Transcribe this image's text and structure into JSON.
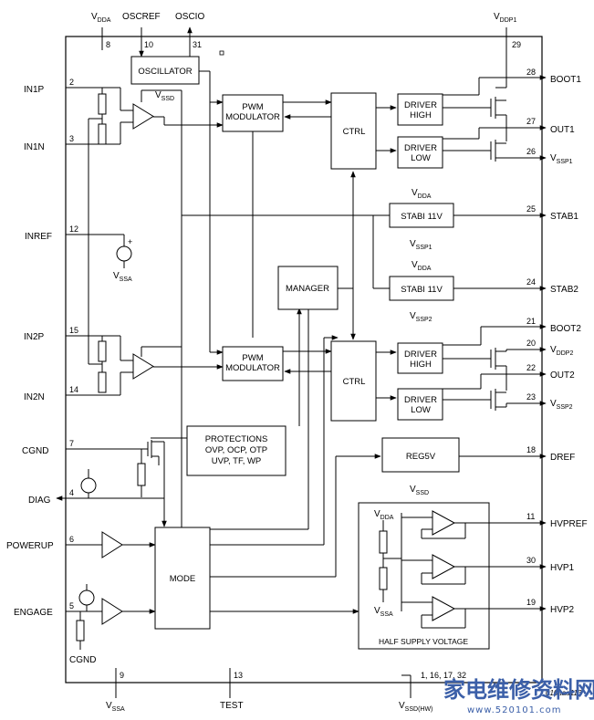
{
  "blocks": {
    "oscillator": "OSCILLATOR",
    "pwm1_a": "PWM",
    "pwm1_b": "MODULATOR",
    "pwm2_a": "PWM",
    "pwm2_b": "MODULATOR",
    "ctrl1": "CTRL",
    "ctrl2": "CTRL",
    "drv_h1_a": "DRIVER",
    "drv_h1_b": "HIGH",
    "drv_l1_a": "DRIVER",
    "drv_l1_b": "LOW",
    "drv_h2_a": "DRIVER",
    "drv_h2_b": "HIGH",
    "drv_l2_a": "DRIVER",
    "drv_l2_b": "LOW",
    "stabi1": "STABI 11V",
    "stabi2": "STABI 11V",
    "manager": "MANAGER",
    "prot_1": "PROTECTIONS",
    "prot_2": "OVP, OCP, OTP",
    "prot_3": "UVP, TF, WP",
    "reg5v": "REG5V",
    "mode": "MODE",
    "half_supply": "HALF SUPPLY VOLTAGE"
  },
  "pins": {
    "vdda": "V",
    "vdda_sub": "DDA",
    "vdda_num": "8",
    "oscref": "OSCREF",
    "oscref_num": "10",
    "oscio": "OSCIO",
    "oscio_num": "31",
    "vddp1": "V",
    "vddp1_sub": "DDP1",
    "vddp1_num": "29",
    "in1p": "IN1P",
    "in1p_num": "2",
    "in1n": "IN1N",
    "in1n_num": "3",
    "inref": "INREF",
    "inref_num": "12",
    "in2p": "IN2P",
    "in2p_num": "15",
    "in2n": "IN2N",
    "in2n_num": "14",
    "cgnd": "CGND",
    "cgnd_num": "7",
    "diag": "DIAG",
    "diag_num": "4",
    "powerup": "POWERUP",
    "powerup_num": "6",
    "engage": "ENGAGE",
    "engage_num": "5",
    "cgnd_bottom": "CGND",
    "boot1": "BOOT1",
    "boot1_num": "28",
    "out1": "OUT1",
    "out1_num": "27",
    "vssp1": "V",
    "vssp1_sub": "SSP1",
    "vssp1_num": "26",
    "stab1": "STAB1",
    "stab1_num": "25",
    "stab2": "STAB2",
    "stab2_num": "24",
    "boot2": "BOOT2",
    "boot2_num": "21",
    "vddp2": "V",
    "vddp2_sub": "DDP2",
    "vddp2_num": "20",
    "out2": "OUT2",
    "out2_num": "22",
    "vssp2": "V",
    "vssp2_sub": "SSP2",
    "vssp2_num": "23",
    "dref": "DREF",
    "dref_num": "18",
    "hvpref": "HVPREF",
    "hvpref_num": "11",
    "hvp1": "HVP1",
    "hvp1_num": "30",
    "hvp2": "HVP2",
    "hvp2_num": "19",
    "vssa_b": "V",
    "vssa_b_sub": "SSA",
    "vssa_b_num": "9",
    "test": "TEST",
    "test_num": "13",
    "vssd_hw": "V",
    "vssd_hw_sub": "SSD(HW)",
    "vssd_hw_num": "1, 16, 17, 32"
  },
  "internal": {
    "vssd_osc": "V",
    "vssd_osc_sub": "SSD",
    "vssa_ref": "V",
    "vssa_ref_sub": "SSA",
    "plus": "+",
    "vdda_s1": "V",
    "vdda_s1_sub": "DDA",
    "vssp1_s1": "V",
    "vssp1_s1_sub": "SSP1",
    "vdda_s2": "V",
    "vdda_s2_sub": "DDA",
    "vssp2_s2": "V",
    "vssp2_s2_sub": "SSP2",
    "vssd_reg": "V",
    "vssd_reg_sub": "SSD",
    "vdda_hs": "V",
    "vdda_hs_sub": "DDA",
    "vssa_hs": "V",
    "vssa_hs_sub": "SSA"
  },
  "doc_code": "010aaa113",
  "watermark": {
    "main": "家电维修资料网",
    "url": "www.520101.com",
    "color": "#3b5fa8"
  }
}
